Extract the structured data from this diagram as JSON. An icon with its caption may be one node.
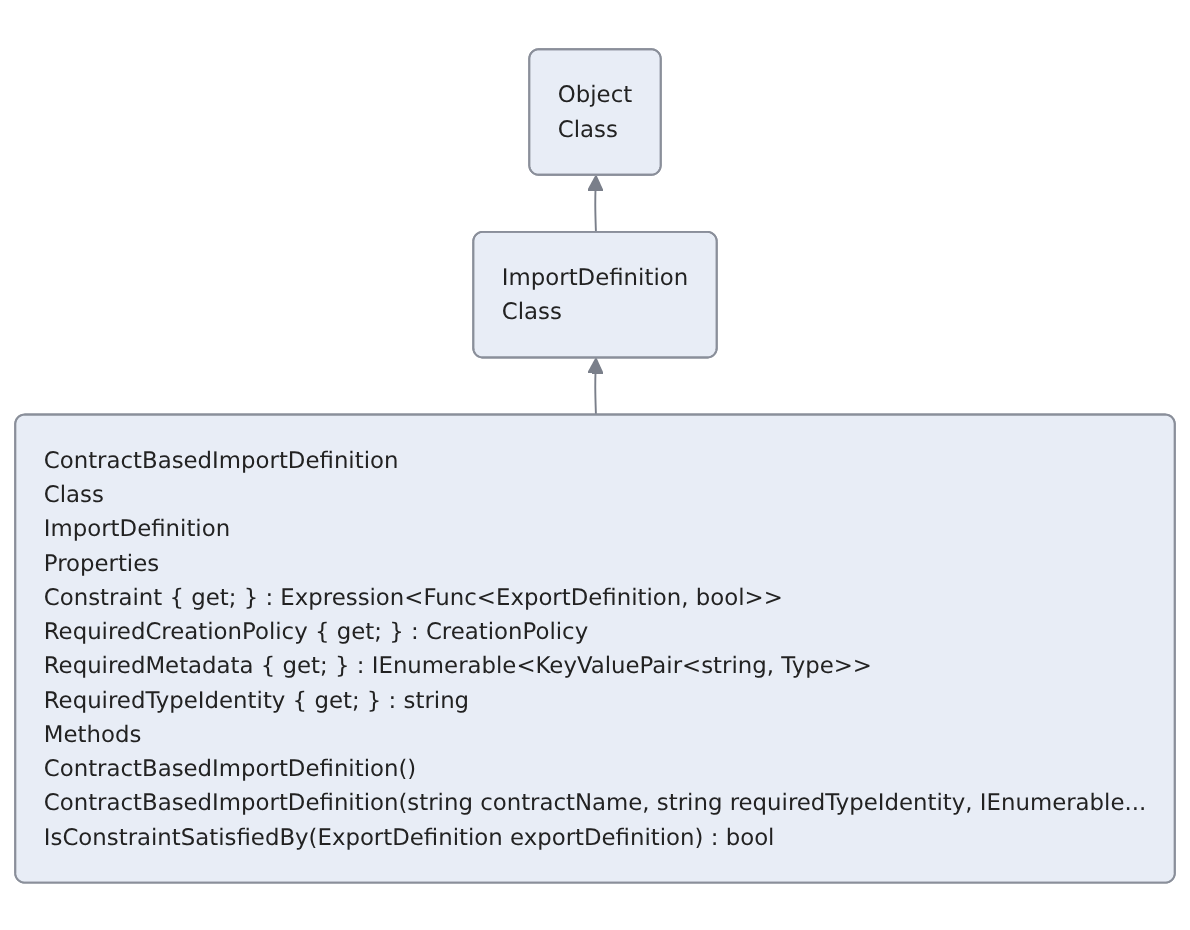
{
  "diagram": {
    "nodes": [
      {
        "text": [
          "Object",
          "Class"
        ]
      },
      {
        "text": [
          "ImportDefinition",
          "Class"
        ]
      },
      {
        "text": [
          "ContractBasedImportDefinition",
          "Class",
          "ImportDefinition",
          "Properties",
          "Constraint { get; } : Expression<Func<ExportDefinition, bool>>",
          "RequiredCreationPolicy { get; } : CreationPolicy",
          "RequiredMetadata { get; } : IEnumerable<KeyValuePair<string, Type>>",
          "RequiredTypeIdentity { get; } : string",
          "Methods",
          "ContractBasedImportDefinition()",
          "ContractBasedImportDefinition(string contractName, string requiredTypeIdentity, IEnumerable...",
          "IsConstraintSatisfiedBy(ExportDefinition exportDefinition) : bool"
        ]
      }
    ],
    "edges": [
      {
        "from": 1,
        "to": 0,
        "arrow": "to"
      },
      {
        "from": 2,
        "to": 1,
        "arrow": "to"
      }
    ]
  }
}
